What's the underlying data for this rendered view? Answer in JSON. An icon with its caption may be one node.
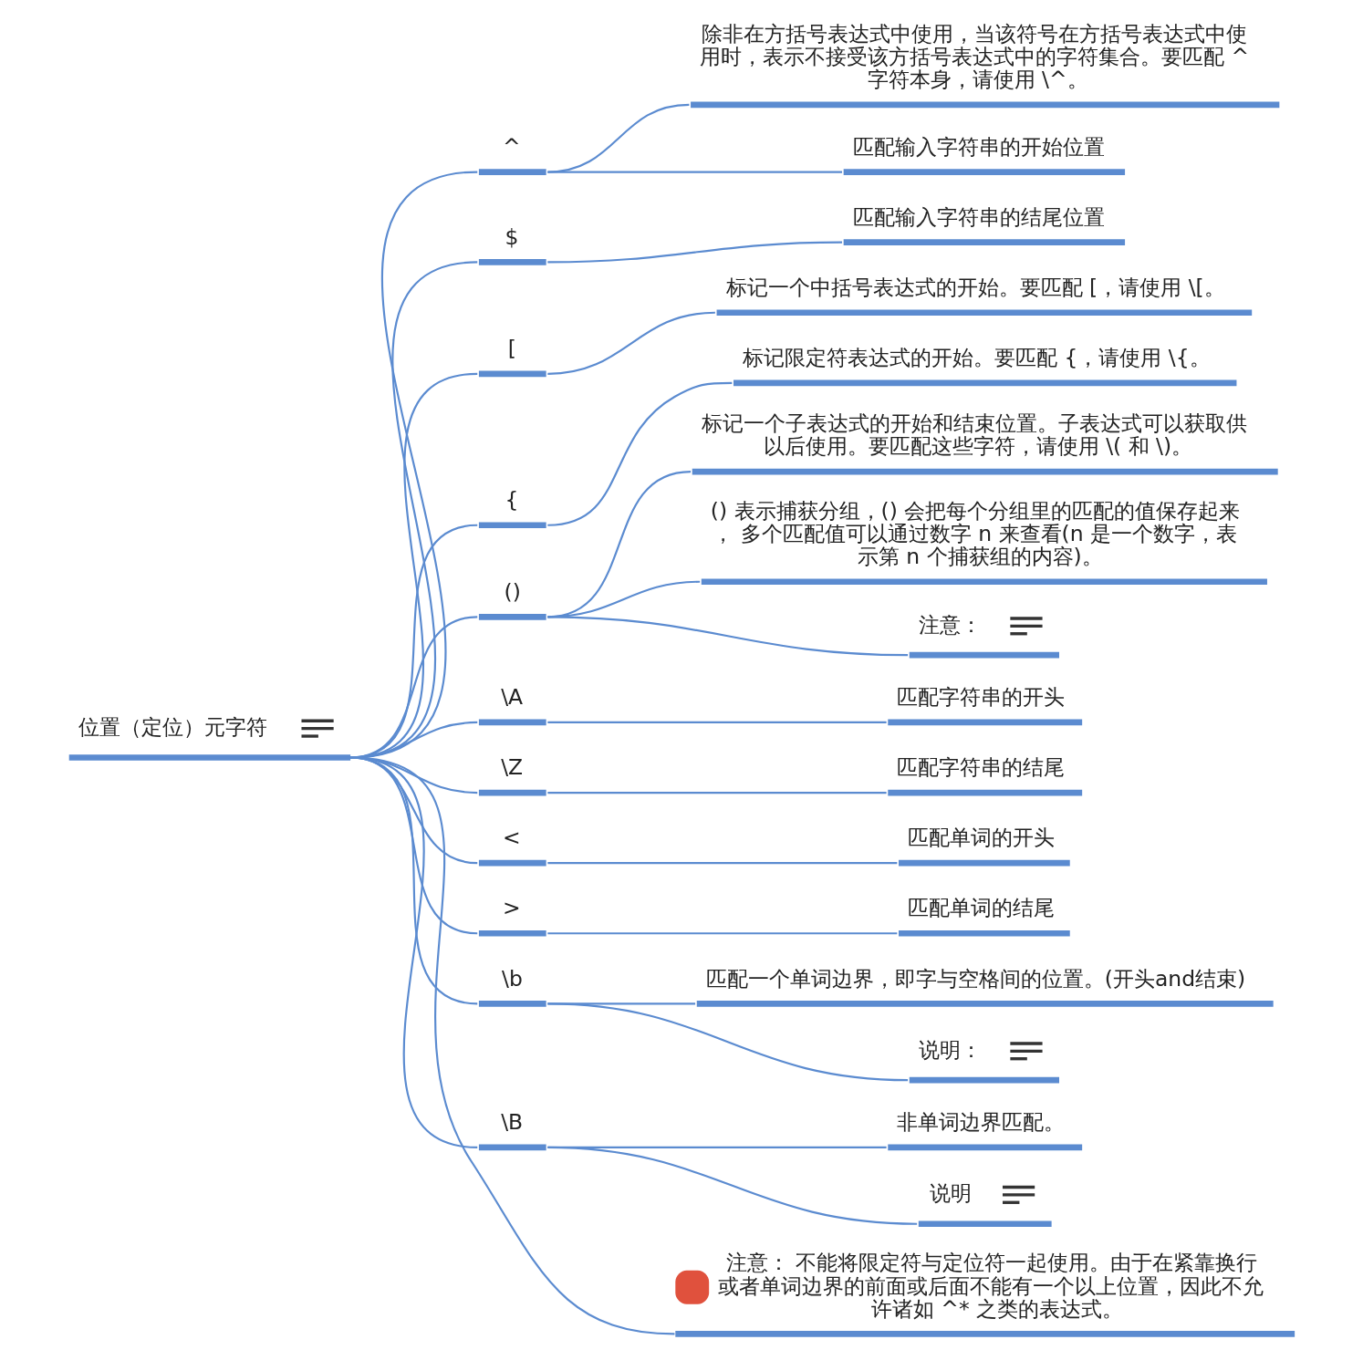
{
  "diagram": {
    "nodes": [
      {
        "text": [
          "位置（定位）元字符"
        ]
      },
      {
        "text": [
          "^"
        ]
      },
      {
        "text": [
          "除非在方括号表达式中使用，当该符号在方括号表达式中使用时，表示不接受该方括号表达式中的字符集合。要匹配 ^ 字符本身，请使用 \\^。"
        ]
      },
      {
        "text": [
          "匹配输入字符串的开始位置"
        ]
      },
      {
        "text": [
          "$"
        ]
      },
      {
        "text": [
          "匹配输入字符串的结尾位置"
        ]
      },
      {
        "text": [
          "["
        ]
      },
      {
        "text": [
          "标记一个中括号表达式的开始。要匹配 [，请使用 \\[。"
        ]
      },
      {
        "text": [
          "{"
        ]
      },
      {
        "text": [
          "标记限定符表达式的开始。要匹配 {，请使用 \\{。"
        ]
      },
      {
        "text": [
          "()"
        ]
      },
      {
        "text": [
          "标记一个子表达式的开始和结束位置。子表达式可以获取供以后使用。要匹配这些字符，请使用 \\( 和 \\)。"
        ]
      },
      {
        "text": [
          "() 表示捕获分组，() 会把每个分组里的匹配的值保存起来， 多个匹配值可以通过数字 n 来查看(n 是一个数字，表示第 n 个捕获组的内容)。"
        ]
      },
      {
        "text": [
          "注意："
        ]
      },
      {
        "text": [
          "\\A"
        ]
      },
      {
        "text": [
          "匹配字符串的开头"
        ]
      },
      {
        "text": [
          "\\Z"
        ]
      },
      {
        "text": [
          "匹配字符串的结尾"
        ]
      },
      {
        "text": [
          "<"
        ]
      },
      {
        "text": [
          "匹配单词的开头"
        ]
      },
      {
        "text": [
          ">"
        ]
      },
      {
        "text": [
          "匹配单词的结尾"
        ]
      },
      {
        "text": [
          "\\b"
        ]
      },
      {
        "text": [
          "匹配一个单词边界，即字与空格间的位置。(开头and结束)"
        ]
      },
      {
        "text": [
          "说明："
        ]
      },
      {
        "text": [
          "\\B"
        ]
      },
      {
        "text": [
          "非单词边界匹配。"
        ]
      },
      {
        "text": [
          "说明"
        ]
      },
      {
        "text": [
          "注意： 不能将限定符与定位符一起使用。由于在紧靠换行或者单词边界的前面或后面不能有一个以上位置，因此不允许诸如 ^* 之类的表达式。"
        ]
      }
    ],
    "edges": [
      {
        "from": 0,
        "to": 1,
        "arrow": "none"
      },
      {
        "from": 1,
        "to": 2,
        "arrow": "none"
      },
      {
        "from": 1,
        "to": 3,
        "arrow": "none"
      },
      {
        "from": 0,
        "to": 4,
        "arrow": "none"
      },
      {
        "from": 4,
        "to": 5,
        "arrow": "none"
      },
      {
        "from": 0,
        "to": 6,
        "arrow": "none"
      },
      {
        "from": 6,
        "to": 7,
        "arrow": "none"
      },
      {
        "from": 0,
        "to": 8,
        "arrow": "none"
      },
      {
        "from": 8,
        "to": 9,
        "arrow": "none"
      },
      {
        "from": 0,
        "to": 10,
        "arrow": "none"
      },
      {
        "from": 10,
        "to": 11,
        "arrow": "none"
      },
      {
        "from": 10,
        "to": 12,
        "arrow": "none"
      },
      {
        "from": 10,
        "to": 13,
        "arrow": "none"
      },
      {
        "from": 0,
        "to": 14,
        "arrow": "none"
      },
      {
        "from": 14,
        "to": 15,
        "arrow": "none"
      },
      {
        "from": 0,
        "to": 16,
        "arrow": "none"
      },
      {
        "from": 16,
        "to": 17,
        "arrow": "none"
      },
      {
        "from": 0,
        "to": 18,
        "arrow": "none"
      },
      {
        "from": 18,
        "to": 19,
        "arrow": "none"
      },
      {
        "from": 0,
        "to": 20,
        "arrow": "none"
      },
      {
        "from": 20,
        "to": 21,
        "arrow": "none"
      },
      {
        "from": 0,
        "to": 22,
        "arrow": "none"
      },
      {
        "from": 22,
        "to": 23,
        "arrow": "none"
      },
      {
        "from": 22,
        "to": 24,
        "arrow": "none"
      },
      {
        "from": 0,
        "to": 25,
        "arrow": "none"
      },
      {
        "from": 25,
        "to": 26,
        "arrow": "none"
      },
      {
        "from": 25,
        "to": 27,
        "arrow": "none"
      },
      {
        "from": 0,
        "to": 28,
        "arrow": "none"
      }
    ]
  }
}
